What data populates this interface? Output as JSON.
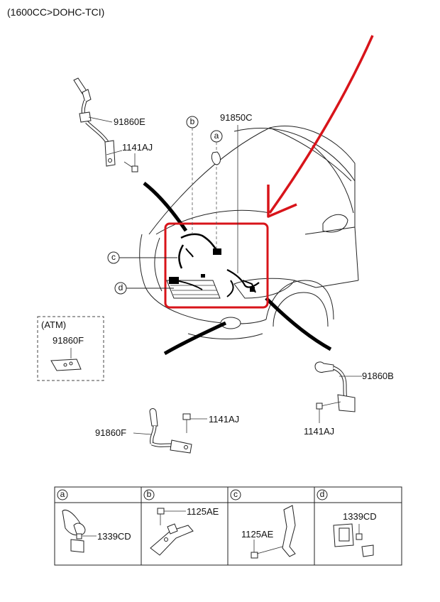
{
  "header": {
    "engine_spec": "(1600CC>DOHC-TCI)"
  },
  "callouts": {
    "a": "a",
    "b": "b",
    "c": "c",
    "d": "d"
  },
  "parts": {
    "p_91860E": "91860E",
    "p_1141AJ_top": "1141AJ",
    "p_91850C": "91850C",
    "p_91860F_atm": "91860F",
    "p_91860B": "91860B",
    "p_1141AJ_right": "1141AJ",
    "p_91860F": "91860F",
    "p_1141AJ_mid": "1141AJ"
  },
  "atm_box": {
    "label": "(ATM)"
  },
  "detail_table": {
    "headers": [
      "a",
      "b",
      "c",
      "d"
    ],
    "cells": [
      {
        "part": "1339CD"
      },
      {
        "part": "1125AE"
      },
      {
        "part": "1125AE"
      },
      {
        "part": "1339CD"
      }
    ]
  },
  "colors": {
    "highlight": "#d8141a",
    "ink": "#111111"
  }
}
